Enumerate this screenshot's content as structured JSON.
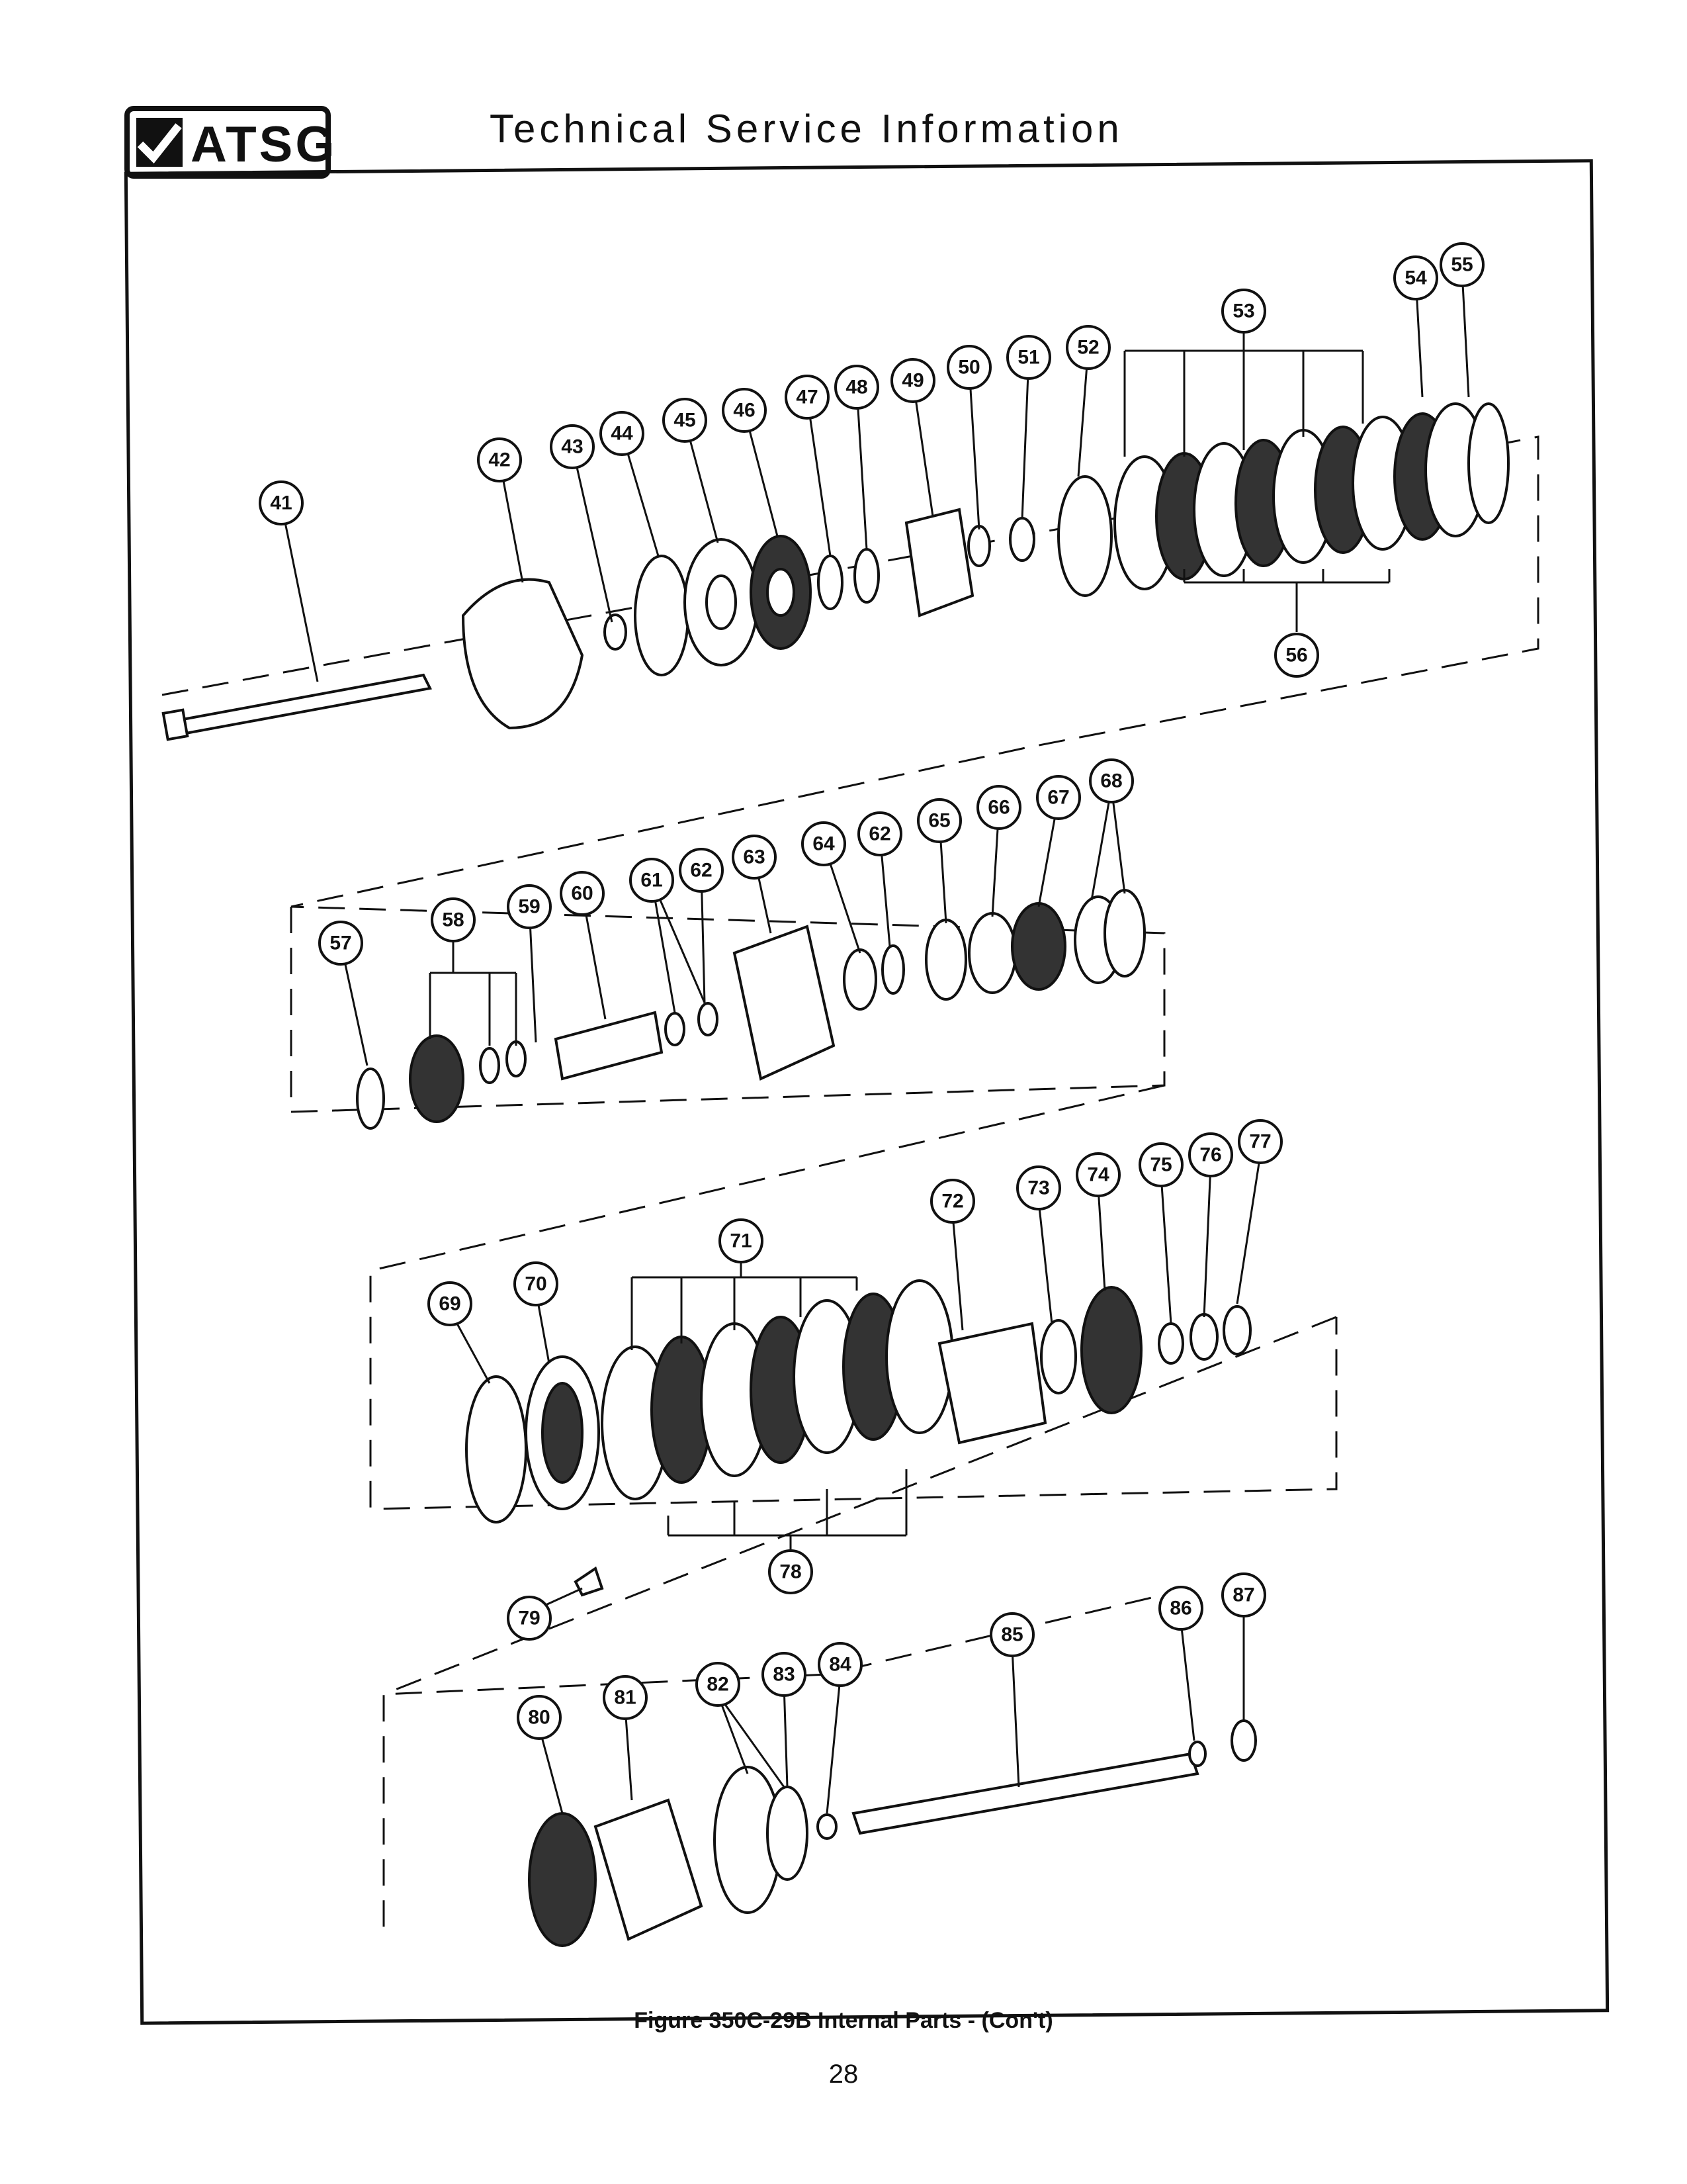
{
  "header": {
    "brand": "ATSG",
    "title": "Technical Service Information"
  },
  "figure": {
    "caption": "Figure 350C-29B Internal Parts - (Con't)",
    "page_number": "28"
  },
  "callouts": [
    "41",
    "42",
    "43",
    "44",
    "45",
    "46",
    "47",
    "48",
    "49",
    "50",
    "51",
    "52",
    "53",
    "54",
    "55",
    "56",
    "57",
    "58",
    "59",
    "60",
    "61",
    "62",
    "63",
    "64",
    "62",
    "65",
    "66",
    "67",
    "68",
    "69",
    "70",
    "71",
    "72",
    "73",
    "74",
    "75",
    "76",
    "77",
    "78",
    "79",
    "80",
    "81",
    "82",
    "83",
    "84",
    "85",
    "86",
    "87"
  ]
}
